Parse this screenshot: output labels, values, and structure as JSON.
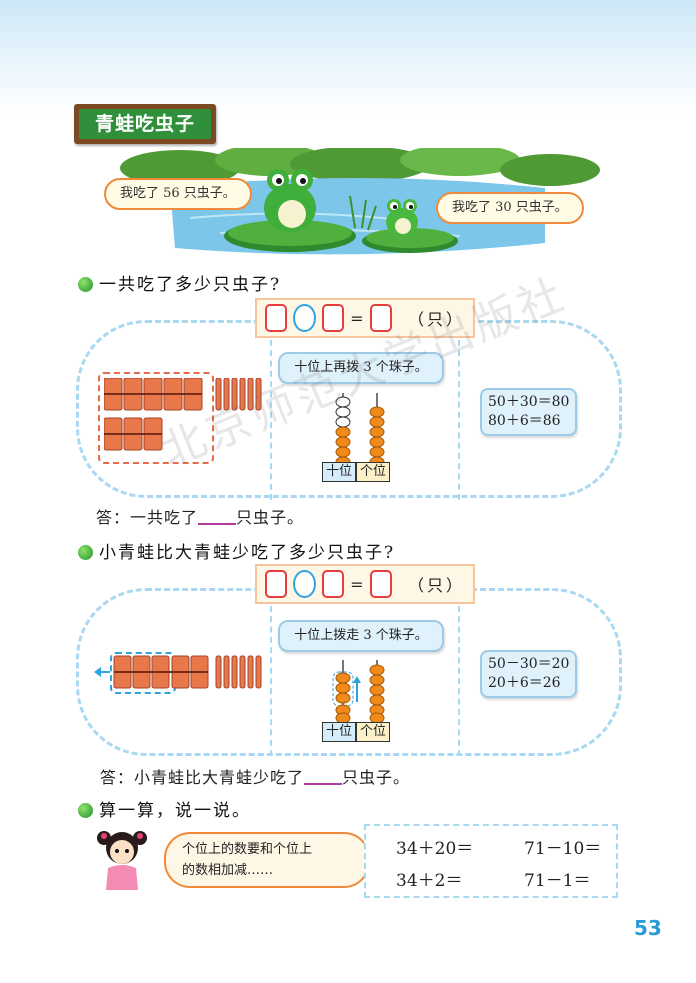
{
  "section_title": "青蛙吃虫子",
  "scene": {
    "big_frog_says": "我吃了 56 只虫子。",
    "small_frog_says": "我吃了 30 只虫子。"
  },
  "q1": {
    "question": "一共吃了多少只虫子?",
    "unit": "（只）",
    "hint": "十位上再拨 3 个珠子。",
    "result_lines": [
      "50＋30＝80",
      "80＋6＝86"
    ],
    "tens_label": "十位",
    "ones_label": "个位",
    "answer_prefix": "答：一共吃了",
    "answer_suffix": "只虫子。"
  },
  "q2": {
    "question": "小青蛙比大青蛙少吃了多少只虫子?",
    "unit": "（只）",
    "hint": "十位上拨走 3 个珠子。",
    "result_lines": [
      "50－30＝20",
      "20＋6＝26"
    ],
    "tens_label": "十位",
    "ones_label": "个位",
    "answer_prefix": "答：小青蛙比大青蛙少吃了",
    "answer_suffix": "只虫子。"
  },
  "q3": {
    "question": "算一算，说一说。",
    "speech_line1": "个位上的数要和个位上",
    "speech_line2": "的数相加减……",
    "calcs": [
      [
        "34＋20＝",
        "71－10＝"
      ],
      [
        "34＋2＝",
        "71－1＝"
      ]
    ]
  },
  "watermark": "北京师范大学出版社",
  "page_number": "53",
  "colors": {
    "accent_green": "#2f8f3a",
    "panel_border": "#a9d8f2",
    "page_number": "#2a9ad6"
  }
}
